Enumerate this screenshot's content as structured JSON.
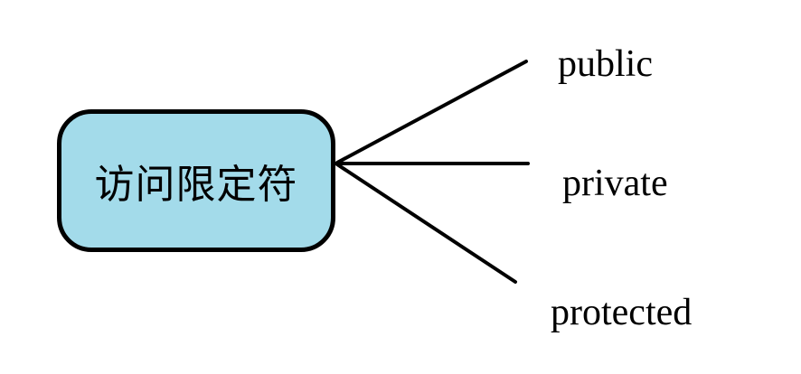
{
  "root": {
    "label": "访问限定符",
    "fill_color": "#a3dbea",
    "border_color": "#000000"
  },
  "branches": [
    {
      "label": "public"
    },
    {
      "label": "private"
    },
    {
      "label": "protected"
    }
  ]
}
